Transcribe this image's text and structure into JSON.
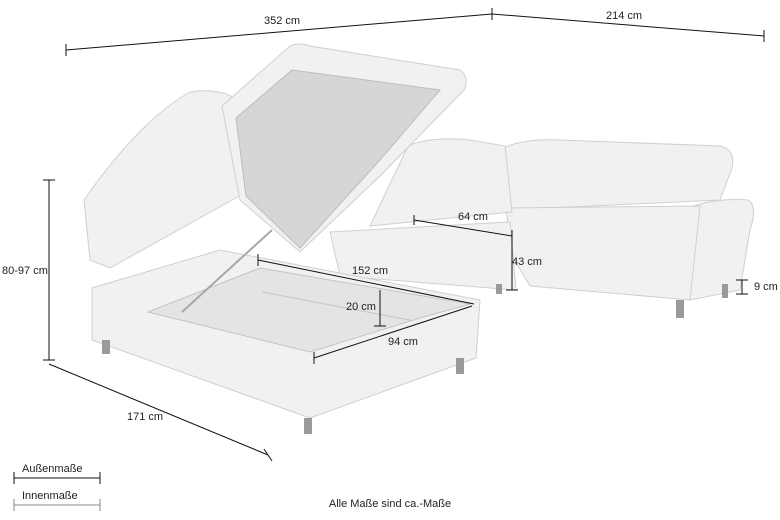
{
  "dimensions": {
    "total_width": "352 cm",
    "side_width": "214 cm",
    "height": "80-97 cm",
    "chaise_depth": "171 cm",
    "seat_depth_corner": "64 cm",
    "seat_height": "43 cm",
    "foot_height": "9 cm",
    "inner_length": "152 cm",
    "box_depth": "20 cm",
    "inner_width": "94 cm"
  },
  "legend": {
    "outer": "Außenmaße",
    "inner": "Innenmaße"
  },
  "footer_note": "Alle Maße sind ca.-Maße",
  "colors": {
    "sofa_fill": "#f1f1f1",
    "sofa_outline": "#cfcfcf",
    "storage_interior": "#d6d6d6",
    "dimension_line": "#111111",
    "leg_metal": "#9a9a9a"
  }
}
